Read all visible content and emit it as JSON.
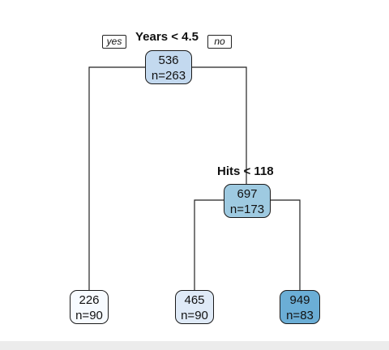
{
  "tree": {
    "root": {
      "value": "536",
      "count": "n=263",
      "split": "Years < 4.5",
      "color": "#c3d9ef"
    },
    "branch_labels": {
      "yes": "yes",
      "no": "no"
    },
    "right_split_node": {
      "value": "697",
      "count": "n=173",
      "split": "Hits < 118",
      "color": "#9ecae1"
    },
    "leaves": [
      {
        "value": "226",
        "count": "n=90",
        "color": "#f7fbff"
      },
      {
        "value": "465",
        "count": "n=90",
        "color": "#dfeaf7"
      },
      {
        "value": "949",
        "count": "n=83",
        "color": "#6baed6"
      }
    ]
  }
}
